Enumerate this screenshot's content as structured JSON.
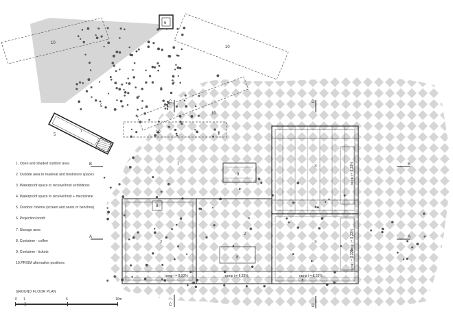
{
  "legend": {
    "items": [
      "1. Open and shaded outdoor area",
      "2. Outside area to read/eat and bookstore spaces",
      "3. Waterproof space to receive/host exhibitions",
      "4. Waterproof space to receive/host + mezzanine",
      "5. Outdoor cinema (screen and seats or benches)",
      "6. Projection booth",
      "7. Storage area",
      "8. Container - coffee",
      "9. Container - tickets",
      "10.PRISM alternative positions"
    ]
  },
  "plan_title": "GROUND FLOOR PLAN",
  "scale": {
    "labels": [
      "0",
      "1",
      "5",
      "10m"
    ]
  },
  "section_markers": {
    "a": "A",
    "b": "B",
    "c": "C",
    "d": "D"
  },
  "room_numbers": {
    "n10_top_left": "10",
    "n10_top_right": "10",
    "n10_mid": "10",
    "n10_dash": "10",
    "n6": "6",
    "n5_cinema": "5",
    "n5_side": "5",
    "n7": "7",
    "n9": "9",
    "n8_small": "8",
    "n8": "8",
    "n3": "3",
    "n2_left": "2",
    "n2_mid": "2",
    "n1": "1",
    "n3_right": "3"
  },
  "ramps": {
    "bottom_left": "ramp i = 8.33%",
    "bottom_mid": "ramp i = 8.33%",
    "bottom_right": "ramp i = 8.33%",
    "vertical_upper": "ramp i = 8.33%",
    "vertical_mid": "ramp i = 8.33%",
    "vertical_lower": "ramp i = 8.33%"
  }
}
